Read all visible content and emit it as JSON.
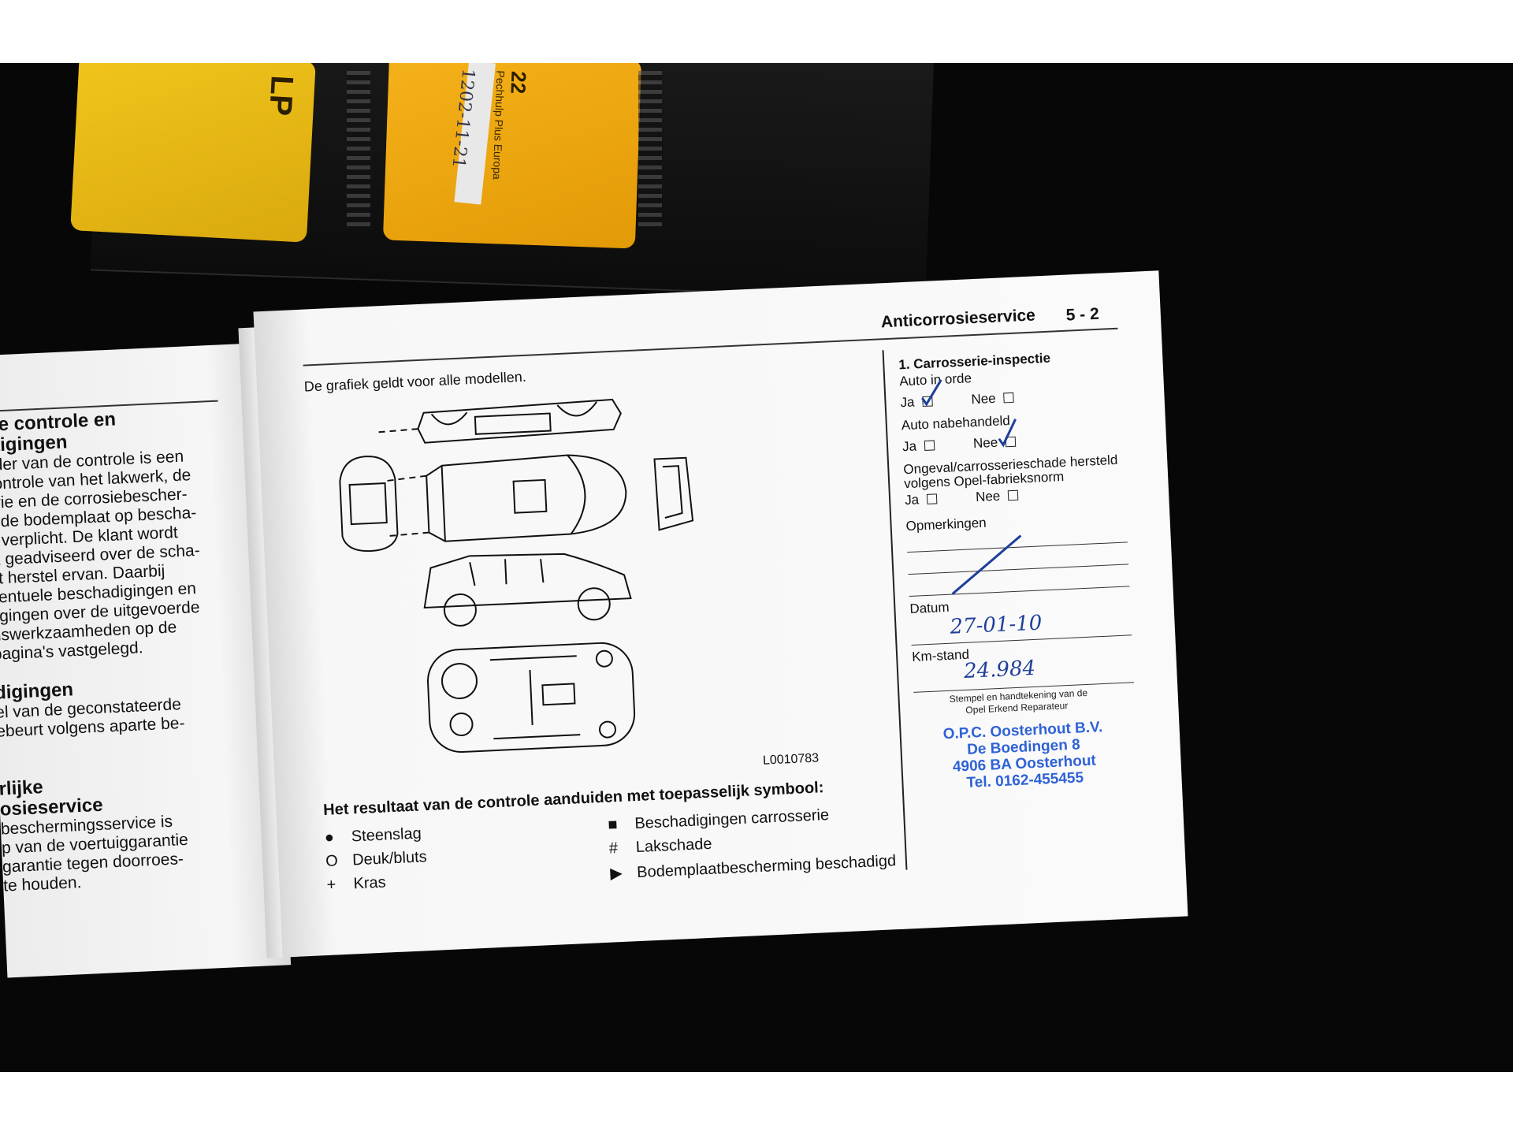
{
  "cards": {
    "card1_text": "LP",
    "card2_text": "22",
    "card2_subtext": "Pechhulp Plus Europa",
    "card2_handwriting": "1202-11-21"
  },
  "left_page": {
    "lines": [
      {
        "text": "ele controle en",
        "bold": true
      },
      {
        "text": "stigingen",
        "bold": true
      },
      {
        "text": "ader van de controle is een",
        "bold": false
      },
      {
        "text": "controle van het lakwerk, de",
        "bold": false
      },
      {
        "text": "erie en de corrosiebescher-",
        "bold": false
      },
      {
        "text": "n de bodemplaat op bescha-",
        "bold": false
      },
      {
        "text": "n verplicht. De klant wordt",
        "bold": false
      },
      {
        "text": "jk geadviseerd over de scha-",
        "bold": false
      },
      {
        "text": "et herstel ervan. Daarbij",
        "bold": false
      },
      {
        "text": "ventuele beschadigingen en",
        "bold": false
      },
      {
        "text": "tigingen over de uitgevoerde",
        "bold": false
      },
      {
        "text": "dswerkzaamheden op de",
        "bold": false
      },
      {
        "text": "pagina's vastgelegd.",
        "bold": false
      },
      {
        "text": "",
        "bold": false
      },
      {
        "text": "digingen",
        "bold": true
      },
      {
        "text": "el van de geconstateerde",
        "bold": false
      },
      {
        "text": "ebeurt volgens aparte be-",
        "bold": false
      },
      {
        "text": "",
        "bold": false
      },
      {
        "text": "",
        "bold": false
      },
      {
        "text": "rlijke",
        "bold": true
      },
      {
        "text": "osieservice",
        "bold": true
      },
      {
        "text": "beschermingsservice is",
        "bold": false
      },
      {
        "text": "p van de voertuiggarantie",
        "bold": false
      },
      {
        "text": "garantie tegen doorroes-",
        "bold": false
      },
      {
        "text": "te houden.",
        "bold": false
      }
    ]
  },
  "right_page": {
    "header_title": "Anticorrosieservice",
    "header_number": "5 - 2",
    "caption": "De grafiek geldt voor alle modellen.",
    "drawing_code": "L0010783",
    "legend_title": "Het resultaat van de controle aanduiden met toepasselijk symbool:",
    "legend": [
      {
        "symbol": "●",
        "label": "Steenslag"
      },
      {
        "symbol": "O",
        "label": "Deuk/bluts"
      },
      {
        "symbol": "+",
        "label": "Kras"
      },
      {
        "symbol": "■",
        "label": "Beschadigingen carrosserie"
      },
      {
        "symbol": "#",
        "label": "Lakschade"
      },
      {
        "symbol": "▶",
        "label": "Bodemplaatbescherming beschadigd"
      }
    ],
    "form": {
      "section_title": "1. Carrosserie-inspectie",
      "q1": "Auto in orde",
      "q2": "Auto nabehandeld",
      "q3_line1": "Ongeval/carrosserieschade hersteld",
      "q3_line2": "volgens Opel-fabrieksnorm",
      "yes": "Ja",
      "no": "Nee",
      "remarks": "Opmerkingen",
      "date_label": "Datum",
      "date_value": "27-01-10",
      "km_label": "Km-stand",
      "km_value": "24.984",
      "stamp_caption_1": "Stempel en handtekening van de",
      "stamp_caption_2": "Opel Erkend Reparateur"
    },
    "stamp": {
      "line1": "O.P.C. Oosterhout B.V.",
      "line2": "De Boedingen 8",
      "line3": "4906 BA Oosterhout",
      "line4": "Tel. 0162-455455"
    }
  },
  "colors": {
    "ink": "#1f3f9a",
    "stamp": "#2f62d6",
    "card_yellow": "#f2c51c",
    "card_orange": "#f6b21a"
  }
}
